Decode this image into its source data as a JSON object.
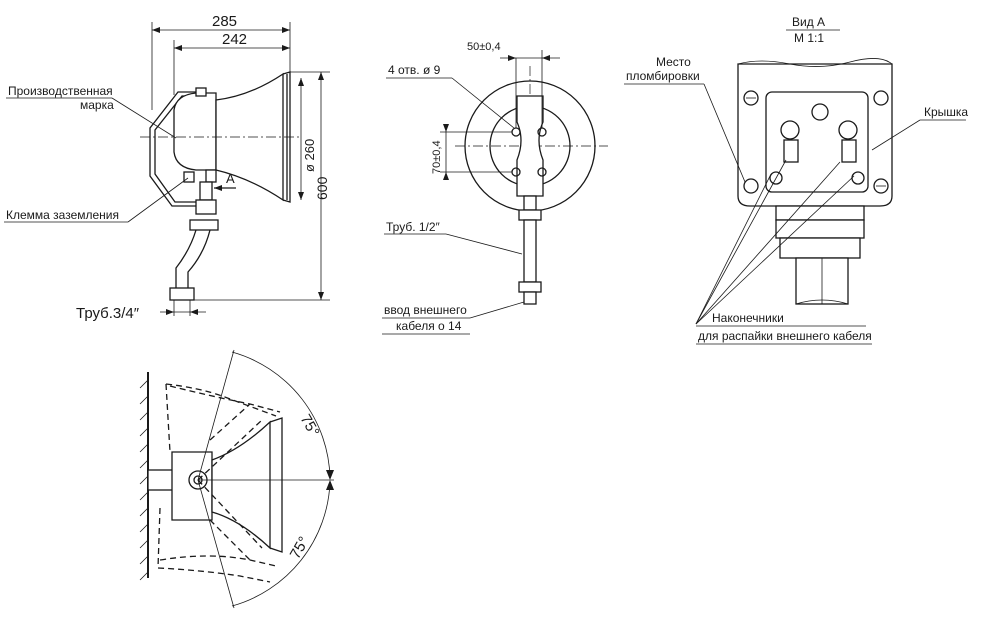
{
  "side_view": {
    "dim_overall_length": "285",
    "dim_horn_length": "242",
    "dim_diameter": "ø 260",
    "dim_height": "600",
    "label_brand": "Производственная",
    "label_brand_2": "марка",
    "label_ground": "Клемма заземления",
    "label_view_arrow": "A",
    "label_pipe": "Труб.3/4″"
  },
  "front_view": {
    "dim_hole_spacing_h": "50±0,4",
    "dim_hole_spacing_v": "70±0,4",
    "label_holes": "4 отв. ø 9",
    "label_pipe": "Труб. 1/2″",
    "label_cable_1": "ввод внешнего",
    "label_cable_2": "кабеля  о 14"
  },
  "view_a": {
    "title": "Вид  А",
    "scale": "М 1:1",
    "label_seal_1": "Место",
    "label_seal_2": "пломбировки",
    "label_cover": "Крышка",
    "label_lugs_1": "Наконечники",
    "label_lugs_2": "для распайки внешнего кабеля"
  },
  "rotation_view": {
    "angle_up": "75°",
    "angle_down": "75°"
  }
}
